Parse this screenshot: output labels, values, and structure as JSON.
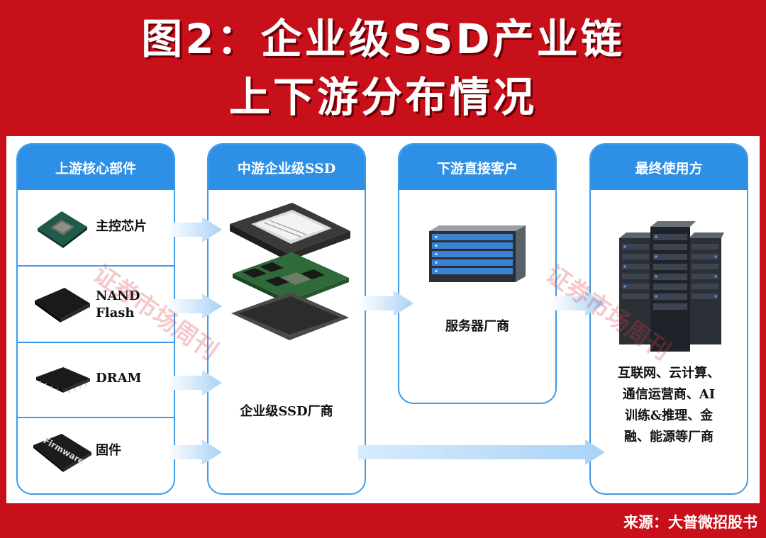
{
  "title": {
    "line1": "图2：企业级SSD产业链",
    "line2": "上下游分布情况"
  },
  "columns": {
    "upstream": {
      "header": "上游核心部件",
      "items": [
        "主控芯片",
        "NAND Flash",
        "DRAM",
        "固件"
      ],
      "firmware_chip_text": "Firmware"
    },
    "midstream": {
      "header": "中游企业级SSD",
      "caption": "企业级SSD厂商"
    },
    "downstream": {
      "header": "下游直接客户",
      "caption": "服务器厂商"
    },
    "end_users": {
      "header": "最终使用方",
      "caption_lines": [
        "互联网、云计算、",
        "通信运营商、AI",
        "训练&推理、金",
        "融、能源等厂商"
      ]
    }
  },
  "watermark": "证券市场周刊",
  "source": "来源：大普微招股书",
  "colors": {
    "background": "#c8101a",
    "header_blue": "#2d8fe6",
    "border_blue": "#3d9be8",
    "arrow": "#bfe0fb"
  }
}
